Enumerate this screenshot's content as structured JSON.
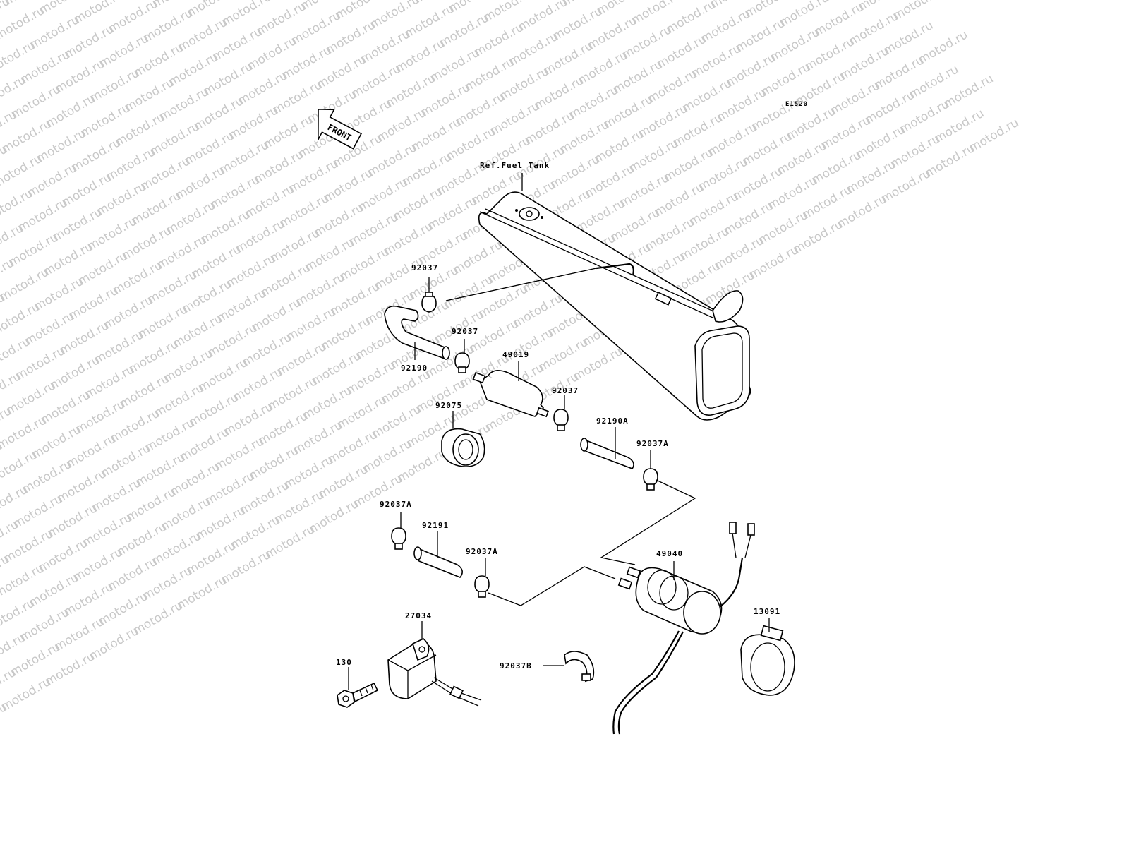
{
  "diagram_code": "E1520",
  "front_label": "FRONT",
  "watermark": "motod.ru",
  "labels": {
    "fuel_tank": "Ref.Fuel Tank",
    "clamp_top": "92037",
    "hose_92190": "92190",
    "clamp_2": "92037",
    "filter": "49019",
    "clamp_3": "92037",
    "holder": "92075",
    "hose_92190a": "92190A",
    "clamp_92037a_1": "92037A",
    "clamp_92037a_2": "92037A",
    "hose_92191": "92191",
    "clamp_92037a_3": "92037A",
    "pump": "49040",
    "bracket": "13091",
    "relay": "27034",
    "bolt": "130",
    "clamp_b": "92037B"
  }
}
